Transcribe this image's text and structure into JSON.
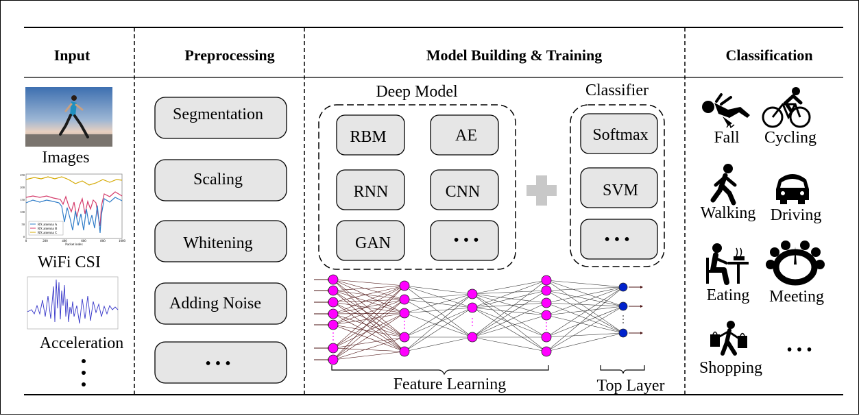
{
  "headers": {
    "input": "Input",
    "preprocessing": "Preprocessing",
    "model": "Model Building & Training",
    "classification": "Classification"
  },
  "input": {
    "images_label": "Images",
    "wifi_label": "WiFi CSI",
    "accel_label": "Acceleration",
    "wifi_legend": [
      "RX antenna A",
      "RX antenna B",
      "RX antenna C"
    ],
    "wifi_xlabel": "Packet index",
    "wifi_xticks": [
      "0",
      "200",
      "400",
      "600",
      "800",
      "1000"
    ],
    "wifi_yticks": [
      "250",
      "200",
      "150",
      "100",
      "50",
      "0"
    ]
  },
  "preprocessing": {
    "steps": [
      "Segmentation",
      "Scaling",
      "Whitening",
      "Adding Noise",
      "• • •"
    ]
  },
  "model": {
    "deep_title": "Deep Model",
    "deep_models": [
      "RBM",
      "AE",
      "RNN",
      "CNN",
      "GAN",
      "• • •"
    ],
    "classifier_title": "Classifier",
    "classifiers": [
      "Softmax",
      "SVM",
      "• • •"
    ],
    "feature_label": "Feature Learning",
    "top_label": "Top Layer"
  },
  "classification": {
    "activities": [
      "Fall",
      "Cycling",
      "Walking",
      "Driving",
      "Eating",
      "Meeting",
      "Shopping"
    ],
    "more": "• • •"
  },
  "colors": {
    "box_fill": "#e6e6e6",
    "neuron_hidden": "#ff00ff",
    "neuron_top": "#0022cc",
    "plus_sign": "#c8c8c8"
  }
}
